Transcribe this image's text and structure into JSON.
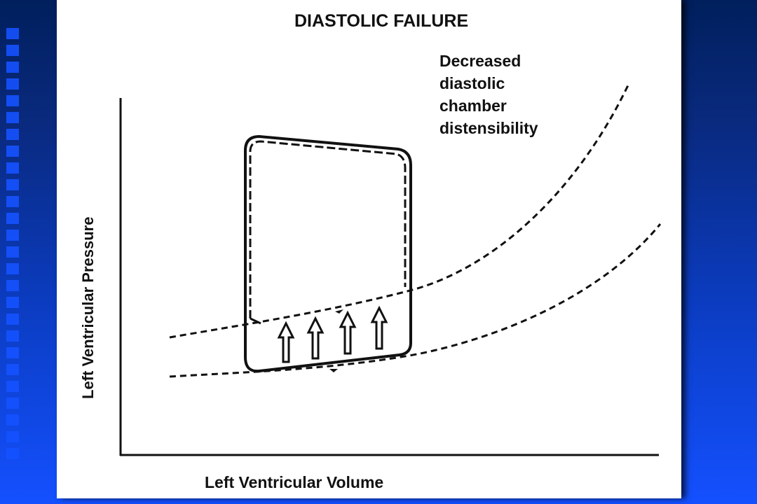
{
  "slide": {
    "title": "DIASTOLIC FAILURE",
    "annotation": [
      "Decreased",
      "diastolic",
      "chamber",
      "distensibility"
    ],
    "y_axis_label": "Left Ventricular Pressure",
    "x_axis_label": "Left Ventricular Volume"
  },
  "colors": {
    "background_top": "#001f5c",
    "background_bottom": "#1450ff",
    "panel": "#ffffff",
    "ink": "#111111"
  }
}
